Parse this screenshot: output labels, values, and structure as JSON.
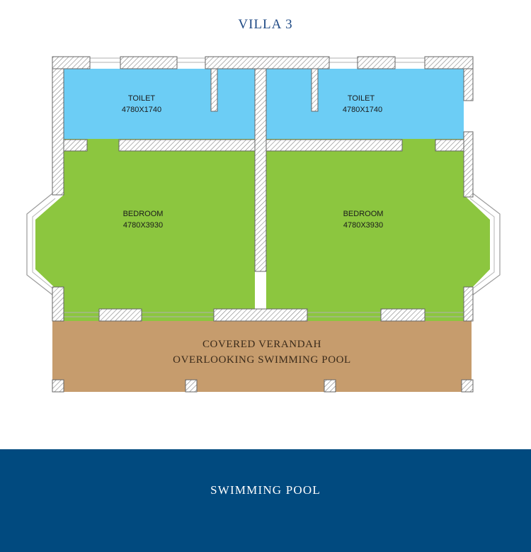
{
  "title": "VILLA 3",
  "rooms": {
    "toilet_left": {
      "name": "TOILET",
      "size": "4780X1740"
    },
    "toilet_right": {
      "name": "TOILET",
      "size": "4780X1740"
    },
    "bedroom_left": {
      "name": "BEDROOM",
      "size": "4780X3930"
    },
    "bedroom_right": {
      "name": "BEDROOM",
      "size": "4780X3930"
    }
  },
  "verandah": {
    "line1": "COVERED VERANDAH",
    "line2": "OVERLOOKING SWIMMING POOL"
  },
  "pool": {
    "label": "SWIMMING POOL"
  },
  "colors": {
    "toilet": "#6ccdf5",
    "bedroom": "#8cc63f",
    "verandah": "#c69c6d",
    "pool": "#014a7f",
    "title": "#1f4a85",
    "wall_hatch": "#777777"
  }
}
